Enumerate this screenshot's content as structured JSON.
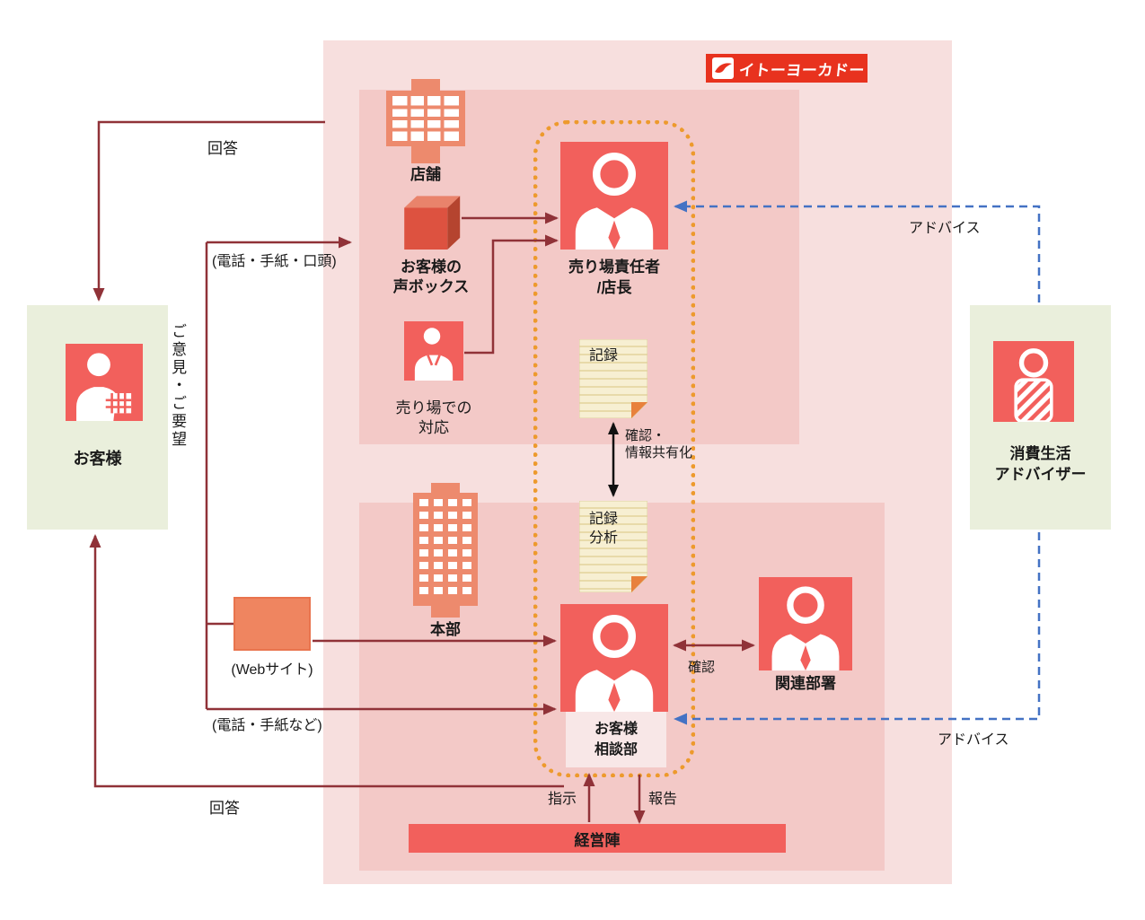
{
  "brand": {
    "logo_text": "イトーヨーカドー"
  },
  "nodes": {
    "customer": {
      "label": "お客様"
    },
    "advisor": {
      "line1": "消費生活",
      "line2": "アドバイザー"
    },
    "store": {
      "label": "店舗"
    },
    "voice_box": {
      "line1": "お客様の",
      "line2": "声ボックス"
    },
    "floor_response": {
      "line1": "売り場での",
      "line2": "対応"
    },
    "floor_manager": {
      "line1": "売り場責任者",
      "line2": "/店長"
    },
    "record": {
      "label": "記録"
    },
    "record_analysis": {
      "line1": "記録",
      "line2": "分析"
    },
    "headquarters": {
      "label": "本部"
    },
    "consultation": {
      "line1": "お客様",
      "line2": "相談部"
    },
    "related_dept": {
      "label": "関連部署"
    },
    "management": {
      "label": "経営陣"
    },
    "website": {
      "label": "(Webサイト)"
    }
  },
  "labels": {
    "answer_top": "回答",
    "answer_bottom": "回答",
    "opinions_vertical": "ご意見・ご要望",
    "phone_letter_verbal": "(電話・手紙・口頭)",
    "phone_letter_etc": "(電話・手紙など)",
    "advice_top": "アドバイス",
    "advice_bottom": "アドバイス",
    "confirm_share_line1": "確認・",
    "confirm_share_line2": "情報共有化",
    "confirm": "確認",
    "instruction": "指示",
    "report": "報告"
  },
  "colors": {
    "outer_panel": "#F7DFDE",
    "inner_panel": "#F3C9C7",
    "sage_green": "#EAEFDC",
    "icon_red": "#F2605C",
    "building_salmon": "#ED8A6D",
    "web_orange": "#EF8560",
    "dotted_orange": "#ED9A2D",
    "arrow_maroon": "#903238",
    "arrow_blue": "#4472C4",
    "logo_red": "#E8321E"
  }
}
